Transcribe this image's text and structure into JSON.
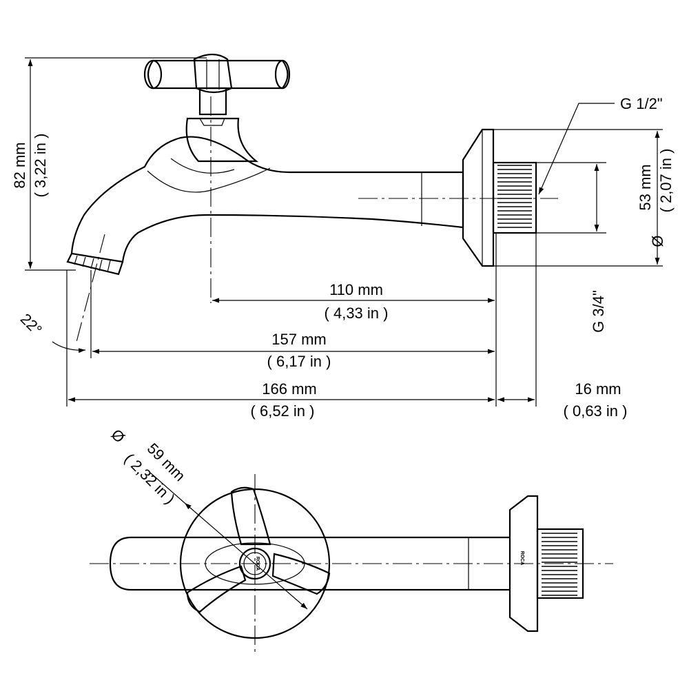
{
  "dimensions": {
    "height": {
      "mm": "82 mm",
      "inch": "( 3,22 in )"
    },
    "thread_top": "G 1/2\"",
    "flange_diameter": {
      "symbol": "Ø",
      "mm": "53 mm",
      "inch": "( 2,07 in )"
    },
    "thread_bottom": "G 3/4\"",
    "d110": {
      "mm": "110 mm",
      "inch": "( 4,33 in )"
    },
    "angle": "22°",
    "d157": {
      "mm": "157 mm",
      "inch": "( 6,17 in )"
    },
    "d166": {
      "mm": "166 mm",
      "inch": "( 6,52 in )"
    },
    "d16": {
      "mm": "16 mm",
      "inch": "( 0,63 in )"
    },
    "handle_diameter": {
      "symbol": "Ø",
      "mm": "59 mm",
      "inch": "( 2,32 in )"
    }
  },
  "brand_mark": "ROCA"
}
